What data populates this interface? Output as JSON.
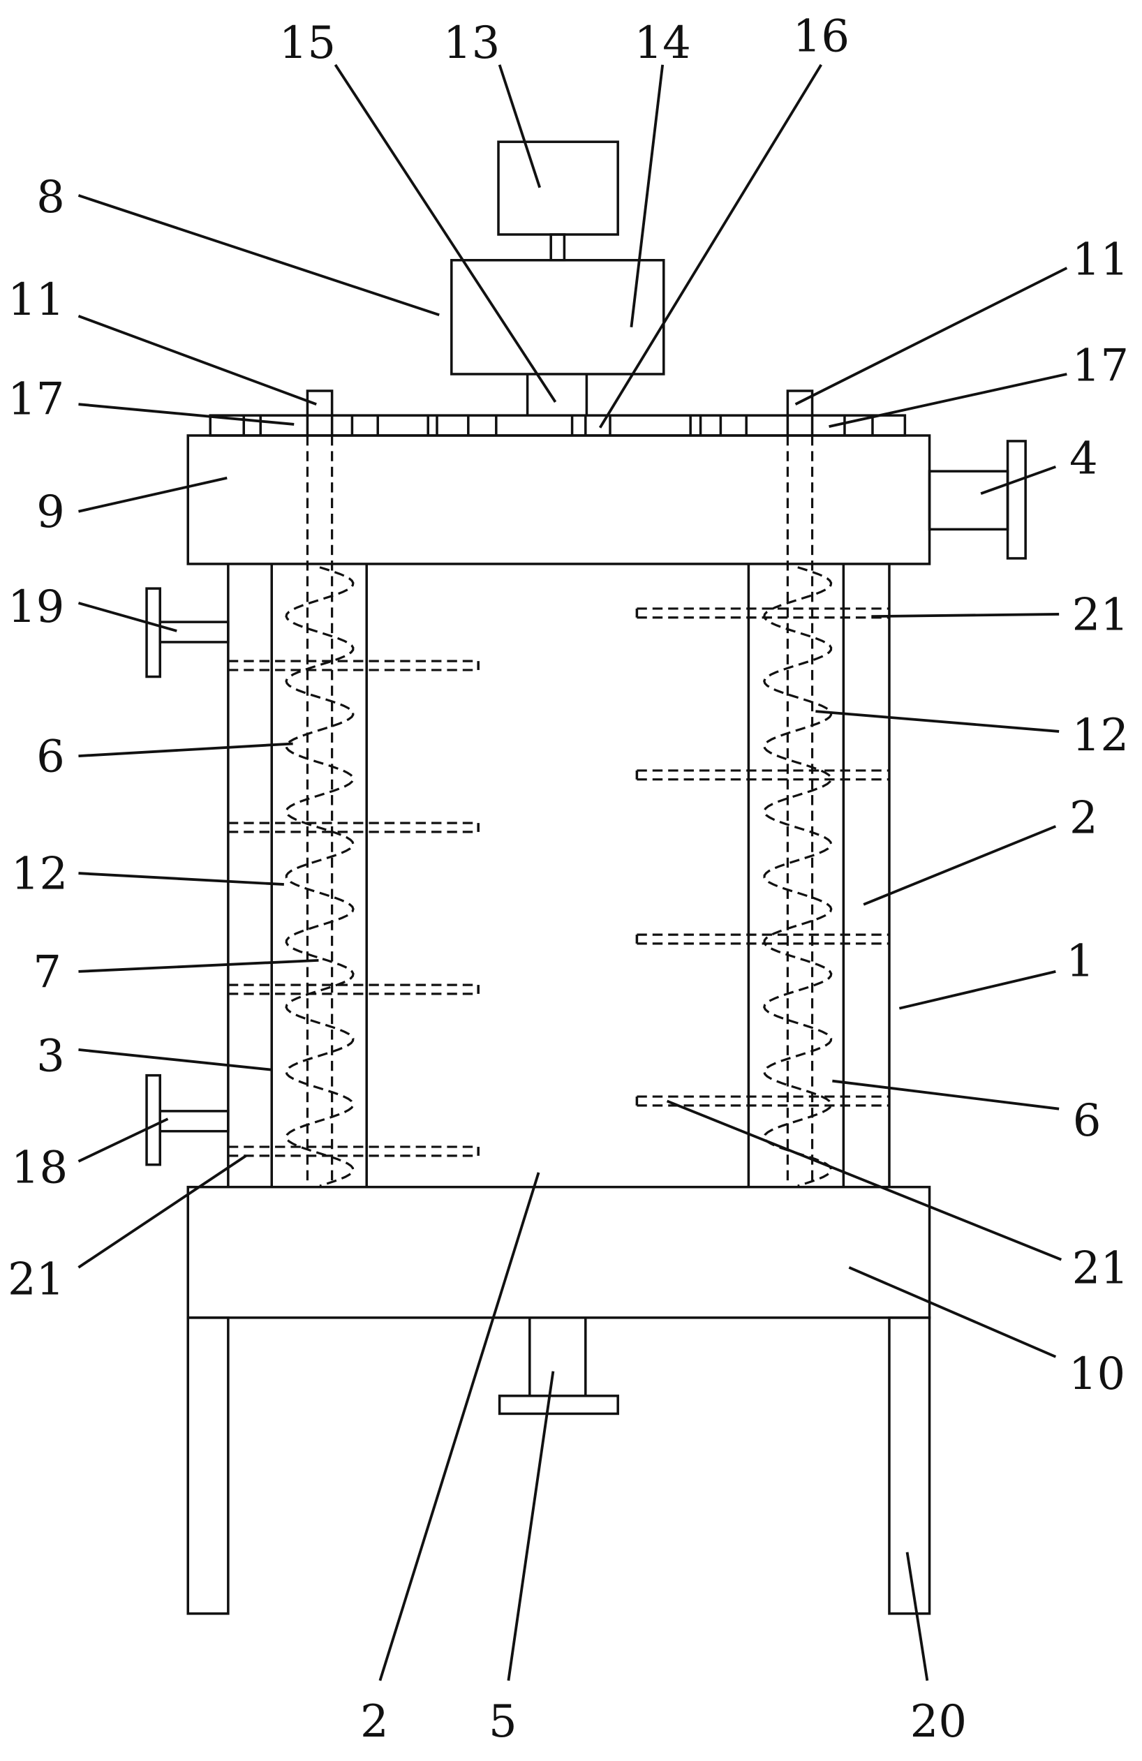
{
  "figure": {
    "labels": {
      "l15": "15",
      "l13": "13",
      "l14": "14",
      "l16": "16",
      "l8": "8",
      "l11a": "11",
      "l11b": "11",
      "l17a": "17",
      "l17b": "17",
      "l9": "9",
      "l4": "4",
      "l19": "19",
      "l21a": "21",
      "l6a": "6",
      "l12a": "12",
      "l2a": "2",
      "l12b": "12",
      "l7": "7",
      "l1": "1",
      "l3": "3",
      "l18": "18",
      "l6b": "6",
      "l21b": "21",
      "l21c": "21",
      "l10": "10",
      "l2b": "2",
      "l5": "5",
      "l20": "20"
    }
  }
}
